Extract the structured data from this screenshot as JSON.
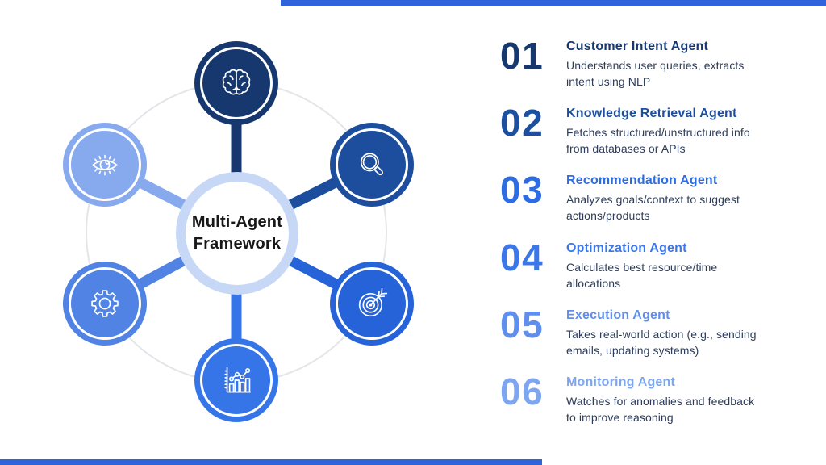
{
  "accent": {
    "bar_color": "#2e63dc"
  },
  "diagram": {
    "center": {
      "title_line1": "Multi-Agent",
      "title_line2": "Framework",
      "ring_color": "#c7d8f7",
      "orbit_color": "#e4e5e9"
    },
    "nodes": [
      {
        "icon": "brain-icon",
        "label": "customer-intent",
        "color": "#16386e"
      },
      {
        "icon": "magnifier-icon",
        "label": "knowledge-retrieval",
        "color": "#1d4d9d"
      },
      {
        "icon": "target-icon",
        "label": "recommendation",
        "color": "#2663d8"
      },
      {
        "icon": "bar-chart-icon",
        "label": "optimization",
        "color": "#3575e8"
      },
      {
        "icon": "gear-icon",
        "label": "execution",
        "color": "#5083e3"
      },
      {
        "icon": "eye-icon",
        "label": "monitoring",
        "color": "#87a9ee"
      }
    ]
  },
  "list": {
    "description_color": "#2d3c5a",
    "items": [
      {
        "number": "01",
        "title": "Customer Intent Agent",
        "description": "Understands user queries, extracts\nintent using NLP",
        "color": "#16386e"
      },
      {
        "number": "02",
        "title": "Knowledge Retrieval Agent",
        "description": "Fetches structured/unstructured info\nfrom databases or APIs",
        "color": "#1c4f9f"
      },
      {
        "number": "03",
        "title": "Recommendation Agent",
        "description": "Analyzes goals/context to suggest\nactions/products",
        "color": "#2e6ce2"
      },
      {
        "number": "04",
        "title": "Optimization Agent",
        "description": "Calculates best resource/time\nallocations",
        "color": "#3c77e9"
      },
      {
        "number": "05",
        "title": "Execution Agent",
        "description": "Takes real-world action (e.g., sending\nemails, updating systems)",
        "color": "#5f8eec"
      },
      {
        "number": "06",
        "title": "Monitoring Agent",
        "description": "Watches for anomalies and feedback\nto improve reasoning",
        "color": "#7ea6f0"
      }
    ]
  }
}
